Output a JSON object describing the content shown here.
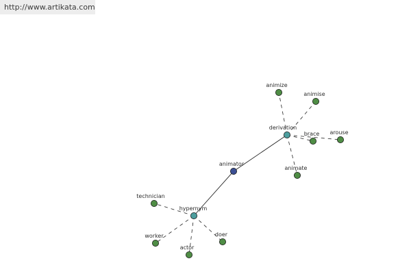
{
  "site": {
    "url": "http://www.artikata.com"
  },
  "graph": {
    "colors": {
      "center": "#3b4f93",
      "relation": "#4d9e9e",
      "leaf": "#4f8d45",
      "edge": "#222222"
    },
    "nodes": [
      {
        "id": "animator",
        "label": "animator",
        "kind": "center"
      },
      {
        "id": "derivation",
        "label": "derivation",
        "kind": "relation"
      },
      {
        "id": "hypernym",
        "label": "hypernym",
        "kind": "relation"
      },
      {
        "id": "animize",
        "label": "animize",
        "kind": "leaf"
      },
      {
        "id": "animise",
        "label": "animise",
        "kind": "leaf"
      },
      {
        "id": "brace",
        "label": "brace",
        "kind": "leaf"
      },
      {
        "id": "arouse",
        "label": "arouse",
        "kind": "leaf"
      },
      {
        "id": "animate",
        "label": "animate",
        "kind": "leaf"
      },
      {
        "id": "technician",
        "label": "technician",
        "kind": "leaf"
      },
      {
        "id": "worker",
        "label": "worker",
        "kind": "leaf"
      },
      {
        "id": "actor",
        "label": "actor",
        "kind": "leaf"
      },
      {
        "id": "doer",
        "label": "doer",
        "kind": "leaf"
      }
    ],
    "edges": [
      {
        "from": "animator",
        "to": "derivation",
        "style": "solid"
      },
      {
        "from": "animator",
        "to": "hypernym",
        "style": "solid"
      },
      {
        "from": "derivation",
        "to": "animize",
        "style": "dashed"
      },
      {
        "from": "derivation",
        "to": "animise",
        "style": "dashed"
      },
      {
        "from": "derivation",
        "to": "brace",
        "style": "dashed"
      },
      {
        "from": "derivation",
        "to": "arouse",
        "style": "dashed"
      },
      {
        "from": "derivation",
        "to": "animate",
        "style": "dashed"
      },
      {
        "from": "hypernym",
        "to": "technician",
        "style": "dashed"
      },
      {
        "from": "hypernym",
        "to": "worker",
        "style": "dashed"
      },
      {
        "from": "hypernym",
        "to": "actor",
        "style": "dashed"
      },
      {
        "from": "hypernym",
        "to": "doer",
        "style": "dashed"
      }
    ]
  }
}
